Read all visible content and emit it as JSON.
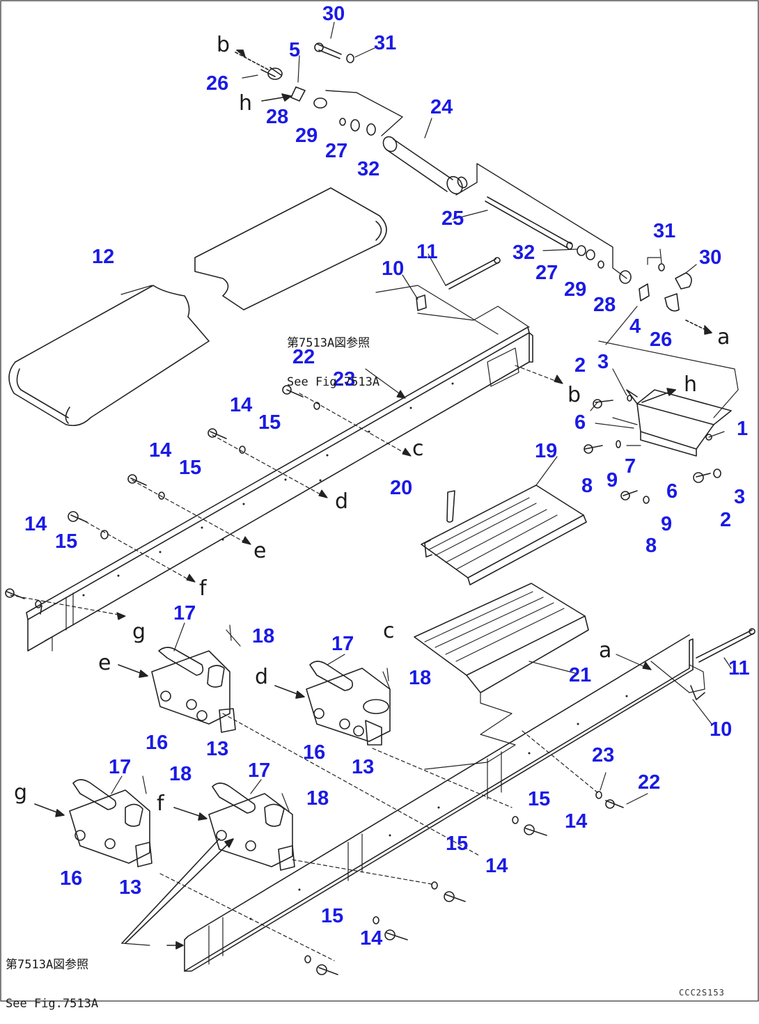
{
  "drawing": {
    "drawing_code": "CCC2S153",
    "fig_ref_top": [
      "第7513A図参照",
      "See Fig.7513A"
    ],
    "fig_ref_bottom": [
      "第7513A図参照",
      "See Fig.7513A"
    ]
  },
  "parts": [
    {
      "no": "30",
      "label": "30"
    },
    {
      "no": "31a",
      "label": "31"
    },
    {
      "no": "5",
      "label": "5"
    },
    {
      "no": "26a",
      "label": "26"
    },
    {
      "no": "28a",
      "label": "28"
    },
    {
      "no": "29a",
      "label": "29"
    },
    {
      "no": "27a",
      "label": "27"
    },
    {
      "no": "32a",
      "label": "32"
    },
    {
      "no": "24",
      "label": "24"
    },
    {
      "no": "25",
      "label": "25"
    },
    {
      "no": "12",
      "label": "12"
    },
    {
      "no": "11a",
      "label": "11"
    },
    {
      "no": "10a",
      "label": "10"
    },
    {
      "no": "32b",
      "label": "32"
    },
    {
      "no": "27b",
      "label": "27"
    },
    {
      "no": "31b",
      "label": "31"
    },
    {
      "no": "30b",
      "label": "30"
    },
    {
      "no": "29b",
      "label": "29"
    },
    {
      "no": "28b",
      "label": "28"
    },
    {
      "no": "4",
      "label": "4"
    },
    {
      "no": "26b",
      "label": "26"
    },
    {
      "no": "22a",
      "label": "22"
    },
    {
      "no": "23a",
      "label": "23"
    },
    {
      "no": "14a",
      "label": "14"
    },
    {
      "no": "15a",
      "label": "15"
    },
    {
      "no": "14b",
      "label": "14"
    },
    {
      "no": "15b",
      "label": "15"
    },
    {
      "no": "14c",
      "label": "14"
    },
    {
      "no": "15c",
      "label": "15"
    },
    {
      "no": "2a",
      "label": "2"
    },
    {
      "no": "3a",
      "label": "3"
    },
    {
      "no": "6a",
      "label": "6"
    },
    {
      "no": "1",
      "label": "1"
    },
    {
      "no": "19",
      "label": "19"
    },
    {
      "no": "20",
      "label": "20"
    },
    {
      "no": "8a",
      "label": "8"
    },
    {
      "no": "9a",
      "label": "9"
    },
    {
      "no": "7",
      "label": "7"
    },
    {
      "no": "6b",
      "label": "6"
    },
    {
      "no": "3b",
      "label": "3"
    },
    {
      "no": "2b",
      "label": "2"
    },
    {
      "no": "9b",
      "label": "9"
    },
    {
      "no": "8b",
      "label": "8"
    },
    {
      "no": "17a",
      "label": "17"
    },
    {
      "no": "18a",
      "label": "18"
    },
    {
      "no": "17b",
      "label": "17"
    },
    {
      "no": "18b",
      "label": "18"
    },
    {
      "no": "21",
      "label": "21"
    },
    {
      "no": "11b",
      "label": "11"
    },
    {
      "no": "10b",
      "label": "10"
    },
    {
      "no": "16a",
      "label": "16"
    },
    {
      "no": "13a",
      "label": "13"
    },
    {
      "no": "16b",
      "label": "16"
    },
    {
      "no": "13b",
      "label": "13"
    },
    {
      "no": "23b",
      "label": "23"
    },
    {
      "no": "22b",
      "label": "22"
    },
    {
      "no": "17c",
      "label": "17"
    },
    {
      "no": "18c",
      "label": "18"
    },
    {
      "no": "17d",
      "label": "17"
    },
    {
      "no": "18d",
      "label": "18"
    },
    {
      "no": "15d",
      "label": "15"
    },
    {
      "no": "14d",
      "label": "14"
    },
    {
      "no": "15e",
      "label": "15"
    },
    {
      "no": "14e",
      "label": "14"
    },
    {
      "no": "16c",
      "label": "16"
    },
    {
      "no": "13c",
      "label": "13"
    },
    {
      "no": "15f",
      "label": "15"
    },
    {
      "no": "14f",
      "label": "14"
    }
  ],
  "letters": [
    {
      "id": "b_top",
      "text": "b"
    },
    {
      "id": "h_top",
      "text": "h"
    },
    {
      "id": "a_right",
      "text": "a"
    },
    {
      "id": "h_right",
      "text": "h"
    },
    {
      "id": "b_mid",
      "text": "b"
    },
    {
      "id": "c_mid",
      "text": "c"
    },
    {
      "id": "d_mid",
      "text": "d"
    },
    {
      "id": "e_mid",
      "text": "e"
    },
    {
      "id": "f_mid",
      "text": "f"
    },
    {
      "id": "g_mid",
      "text": "g"
    },
    {
      "id": "e_bkt",
      "text": "e"
    },
    {
      "id": "d_bkt",
      "text": "d"
    },
    {
      "id": "c_plate",
      "text": "c"
    },
    {
      "id": "a_frame",
      "text": "a"
    },
    {
      "id": "g_bkt",
      "text": "g"
    },
    {
      "id": "f_bkt",
      "text": "f"
    }
  ]
}
